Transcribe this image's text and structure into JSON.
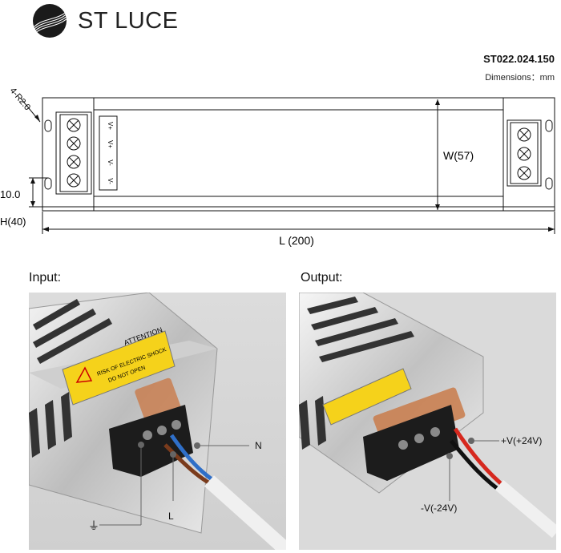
{
  "brand": {
    "name": "ST LUCE"
  },
  "header": {
    "model": "ST022.024.150",
    "dimensions_note": "Dimensions：mm"
  },
  "drawing": {
    "radius_label": "4-R2.0",
    "width_label": "W(57)",
    "offset_label": "10.0",
    "height_label": "H(40)",
    "length_label": "L (200)",
    "terminal_labels": [
      "V+",
      "V+",
      "V-",
      "V-"
    ]
  },
  "input": {
    "title": "Input:",
    "label_n": "N",
    "label_l": "L",
    "ground_symbol": "⏚",
    "warning_title": "ATTENTION",
    "warning_line1": "RISK OF ELECTRIC SHOCK",
    "warning_line2": "DO NOT OPEN"
  },
  "output": {
    "title": "Output:",
    "label_pos": "+V(+24V)",
    "label_neg": "-V(-24V)"
  },
  "colors": {
    "wire_blue": "#2f6fc8",
    "wire_brown": "#7a3b1c",
    "wire_red": "#d6281e",
    "wire_black": "#111111",
    "label_yellow": "#f5d21b"
  }
}
